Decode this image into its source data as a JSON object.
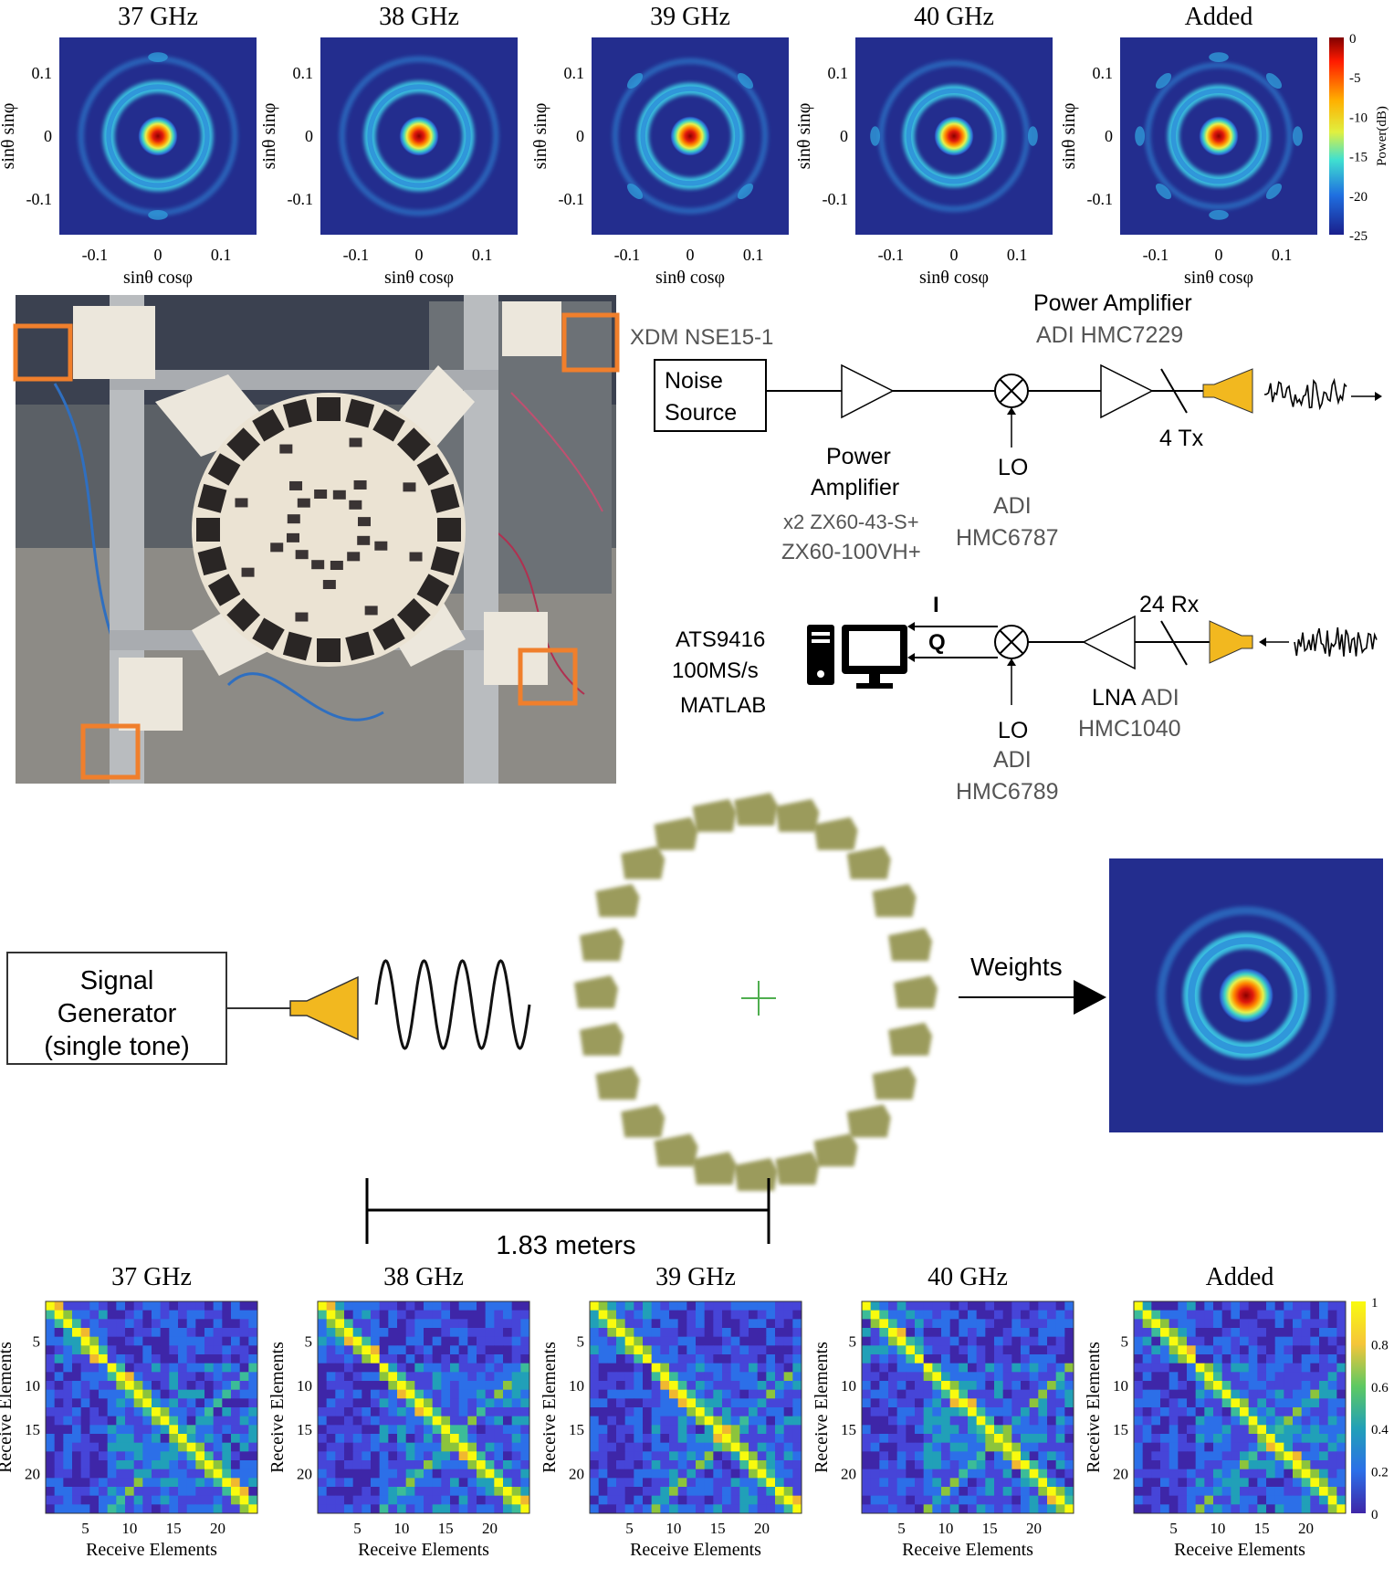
{
  "beam_patterns": {
    "panels": [
      {
        "title": "37 GHz",
        "ring": 0.5,
        "ring2": 0.78,
        "lobes": "vertical"
      },
      {
        "title": "38 GHz",
        "ring": 0.5,
        "ring2": 0.78,
        "lobes": "none"
      },
      {
        "title": "39 GHz",
        "ring": 0.48,
        "ring2": 0.76,
        "lobes": "diagonal"
      },
      {
        "title": "40 GHz",
        "ring": 0.46,
        "ring2": 0.74,
        "lobes": "horizontal"
      },
      {
        "title": "Added",
        "ring": 0.46,
        "ring2": 0.72,
        "lobes": "all"
      }
    ],
    "xlabel": "sinθ cosφ",
    "ylabel": "sinθ sinφ",
    "ticks": [
      "-0.1",
      "0",
      "0.1"
    ],
    "colorbar": {
      "label": "Power(dB)",
      "ticks": [
        "0",
        "-5",
        "-10",
        "-15",
        "-20",
        "-25"
      ]
    }
  },
  "tx_chain": {
    "noise_label": "XDM NSE15-1",
    "noise_box": [
      "Noise",
      "Source"
    ],
    "pa1_title": [
      "Power",
      "Amplifier"
    ],
    "pa1_parts": [
      "x2 ZX60-43-S+",
      "ZX60-100VH+"
    ],
    "lo_label": "LO",
    "lo_parts": [
      "ADI",
      "HMC6787"
    ],
    "pa2_title": "Power Amplifier",
    "pa2_part": "ADI HMC7229",
    "tx_count": "4 Tx"
  },
  "rx_chain": {
    "digitizer": [
      "ATS9416",
      "100MS/s",
      "MATLAB"
    ],
    "i_label": "I",
    "q_label": "Q",
    "rx_count": "24 Rx",
    "lna_label": "LNA",
    "lna_parts": [
      "ADI",
      "HMC1040"
    ],
    "lo_label": "LO",
    "lo_parts": [
      "ADI",
      "HMC6789"
    ]
  },
  "setup": {
    "signal_gen": [
      "Signal",
      "Generator",
      "(single tone)"
    ],
    "weights_label": "Weights",
    "distance_label": "1.83 meters"
  },
  "correlation": {
    "panels": [
      {
        "title": "37 GHz",
        "seed": 11
      },
      {
        "title": "38 GHz",
        "seed": 23
      },
      {
        "title": "39 GHz",
        "seed": 37
      },
      {
        "title": "40 GHz",
        "seed": 53
      },
      {
        "title": "Added",
        "seed": 71
      }
    ],
    "xlabel": "Receive Elements",
    "ylabel": "Receive Elements",
    "ticks": [
      "5",
      "10",
      "15",
      "20"
    ],
    "colorbar_ticks": [
      "0",
      "0.2",
      "0.4",
      "0.6",
      "0.8",
      "1"
    ],
    "size": 24
  },
  "colors": {
    "orange_box": "#f07f2c",
    "horn": "#f2b81f",
    "deep_blue": "#1f2a86",
    "array_green": "#8a8a3f"
  }
}
